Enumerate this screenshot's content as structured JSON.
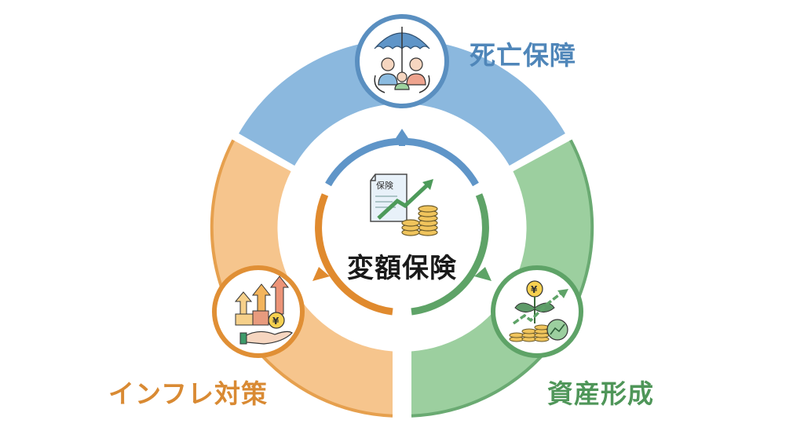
{
  "diagram": {
    "center": {
      "title": "変額保険",
      "icon": "insurance-document-growth-coins-icon",
      "document_label": "保険"
    },
    "segments": [
      {
        "id": "death-protection",
        "label": "死亡保障",
        "position": "top",
        "icon": "umbrella-family-hands-icon",
        "color": "#8bb8de",
        "accent": "#5a8fc0",
        "text_color": "#4f86b9"
      },
      {
        "id": "inflation-hedge",
        "label": "インフレ対策",
        "position": "bottom-left",
        "icon": "yen-rising-arrows-hand-icon",
        "color": "#f6c58d",
        "accent": "#e08f35",
        "text_color": "#d98a33"
      },
      {
        "id": "asset-building",
        "label": "資産形成",
        "position": "bottom-right",
        "icon": "yen-plant-coins-growth-icon",
        "color": "#9ccf9f",
        "accent": "#5ea367",
        "text_color": "#4f9659"
      }
    ],
    "arrows": [
      "center-to-top",
      "center-to-left",
      "center-to-right"
    ]
  }
}
